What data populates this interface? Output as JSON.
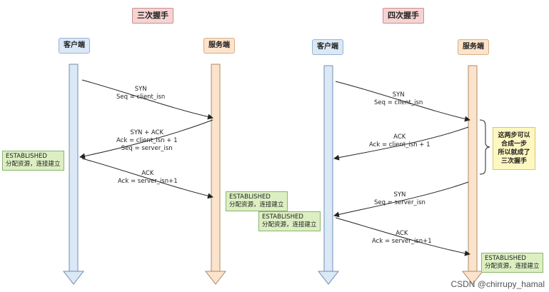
{
  "left": {
    "title": "三次握手",
    "client": "客户端",
    "server": "服务端",
    "msg1": [
      "SYN",
      "Seq = client_isn"
    ],
    "msg2": [
      "SYN + ACK",
      "Ack = client_isn + 1",
      "Seq = server_isn"
    ],
    "msg3": [
      "ACK",
      "Ack = server_isn+1"
    ],
    "established_client": [
      "ESTABLISHED",
      "分配资源，连接建立"
    ],
    "established_server": [
      "ESTABLISHED",
      "分配资源，连接建立"
    ]
  },
  "right": {
    "title": "四次握手",
    "client": "客户端",
    "server": "服务端",
    "msg1": [
      "SYN",
      "Seq = client_isn"
    ],
    "msg2": [
      "ACK",
      "Ack = client_isn + 1"
    ],
    "msg3": [
      "SYN",
      "Seq = server_isn"
    ],
    "msg4": [
      "ACK",
      "Ack = server_isn+1"
    ],
    "note": [
      "这两步可以",
      "合成一步",
      "所以就成了",
      "三次握手"
    ],
    "established_client": [
      "ESTABLISHED",
      "分配资源，连接建立"
    ],
    "established_server": [
      "ESTABLISHED",
      "分配资源，连接建立"
    ]
  },
  "watermark": "CSDN @chirrupy_hamal",
  "colors": {
    "client_lifeline": "#dbe8f5",
    "server_lifeline": "#fbe3cc",
    "established_box": "#dcefc2",
    "note_box": "#fff7c0",
    "title_box": "#f6d3d3"
  }
}
